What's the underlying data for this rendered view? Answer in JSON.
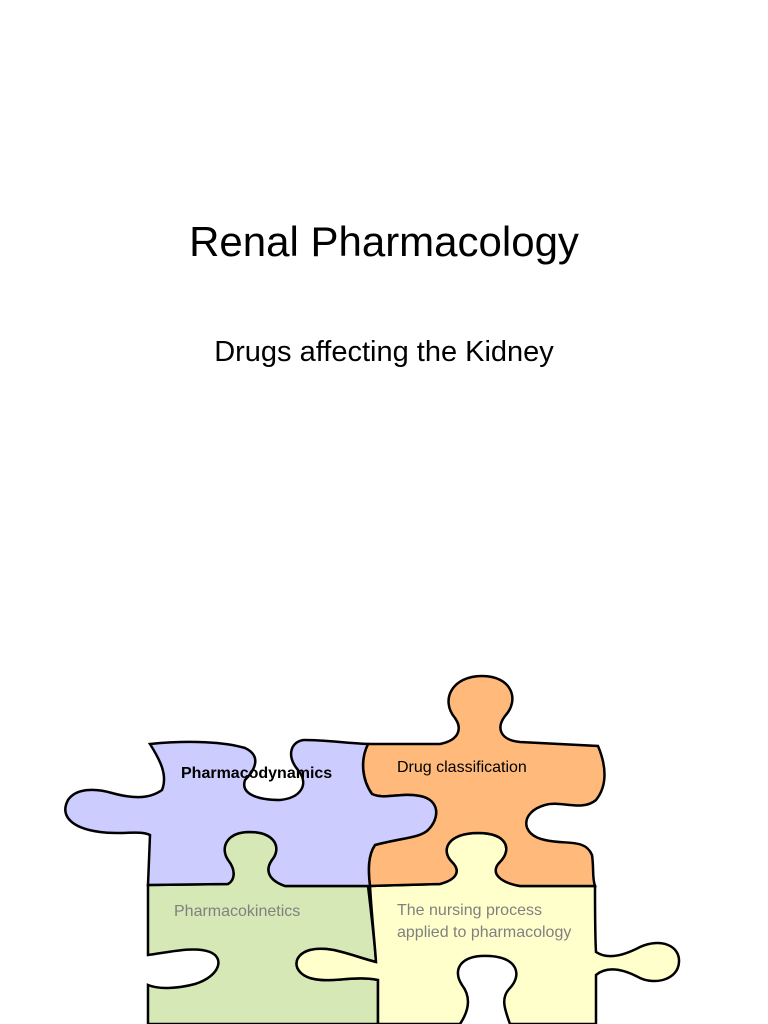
{
  "slide": {
    "title": "Renal Pharmacology",
    "subtitle": "Drugs affecting the Kidney"
  },
  "puzzle": {
    "pieces": [
      {
        "id": "pharmacodynamics",
        "label": "Pharmacodynamics",
        "color": "#ccccff",
        "text_color": "#000000"
      },
      {
        "id": "drug-classification",
        "label": "Drug classification",
        "color": "#ffb97a",
        "text_color": "#000000"
      },
      {
        "id": "pharmacokinetics",
        "label": "Pharmacokinetics",
        "color": "#d5e8b5",
        "text_color": "#808080"
      },
      {
        "id": "nursing-process",
        "label": "The nursing process applied to pharmacology",
        "color": "#ffffcc",
        "text_color": "#808080"
      }
    ]
  }
}
